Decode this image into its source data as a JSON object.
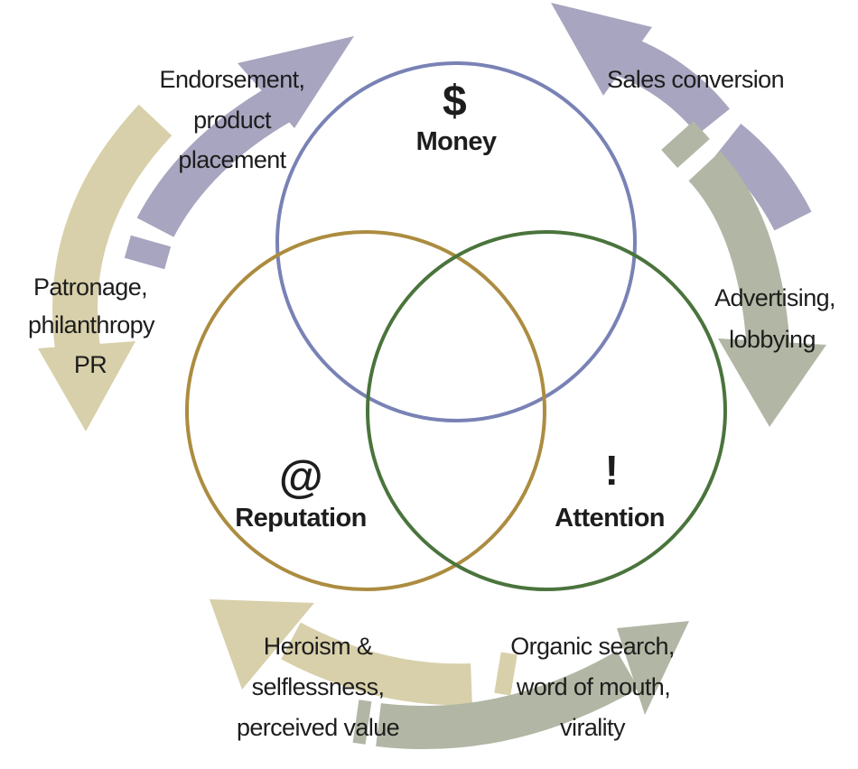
{
  "text_color": "#1d1d1d",
  "circles": {
    "money": {
      "symbol": "$",
      "label": "Money",
      "color": "#7982b5"
    },
    "reputation": {
      "symbol": "@",
      "label": "Reputation",
      "color": "#ac8c40"
    },
    "attention": {
      "symbol": "!",
      "label": "Attention",
      "color": "#4a743c"
    }
  },
  "arrows": {
    "endorsement": {
      "color": "#a8a5c0",
      "lines": [
        "Endorsement,",
        "product",
        "placement"
      ]
    },
    "sales": {
      "color": "#a8a5c0",
      "lines": [
        "Sales conversion"
      ]
    },
    "patronage": {
      "color": "#d8d0aa",
      "lines": [
        "Patronage,",
        "philanthropy",
        "PR"
      ]
    },
    "advertising": {
      "color": "#b1b7a4",
      "lines": [
        "Advertising,",
        "lobbying"
      ]
    },
    "heroism": {
      "color": "#d8d0aa",
      "lines": [
        "Heroism &",
        "selflessness,",
        "perceived value"
      ]
    },
    "organic": {
      "color": "#b1b7a4",
      "lines": [
        "Organic search,",
        "word of mouth,",
        "virality"
      ]
    }
  }
}
